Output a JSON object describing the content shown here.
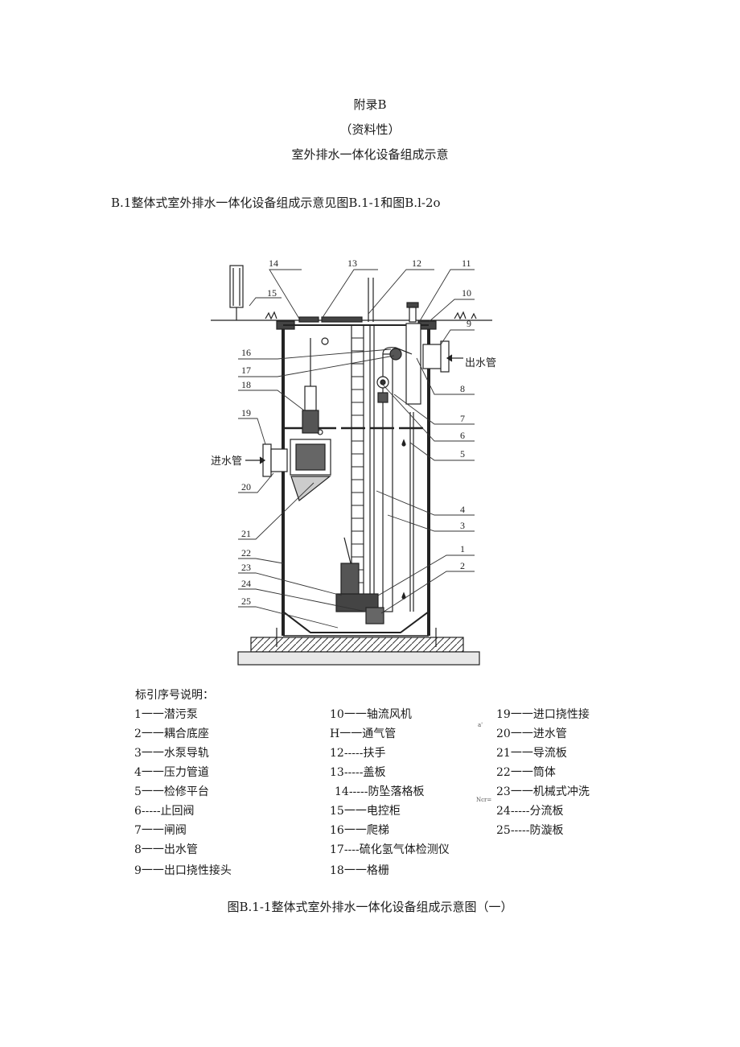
{
  "header": {
    "appendix": "附录B",
    "nature": "（资料性）",
    "title": "室外排水一体化设备组成示意"
  },
  "lead": "B.1整体式室外排水一体化设备组成示意见图B.1-1和图B.l-2o",
  "diagram": {
    "labels": {
      "outlet": "出水管",
      "inlet": "进水管"
    },
    "callouts": [
      "1",
      "2",
      "3",
      "4",
      "5",
      "6",
      "7",
      "8",
      "9",
      "10",
      "11",
      "12",
      "13",
      "14",
      "15",
      "16",
      "17",
      "18",
      "19",
      "20",
      "21",
      "22",
      "23",
      "24",
      "25"
    ]
  },
  "legend": {
    "title": "标引序号说明：",
    "col1": [
      "1一一潜污泵",
      "2一一耦合底座",
      "3一一水泵导轨",
      "4一一压力管道",
      "5一一检修平台",
      "6-----止回阀",
      "7一一闸阀",
      "8一一出水管",
      "9一一出口挠性接头"
    ],
    "col2": [
      "10一一轴流风机",
      "H一一通气管",
      "12-----扶手",
      "13-----盖板",
      "14-----防坠落格板",
      "15一一电控柜",
      "16一一爬梯",
      "17----硫化氢气体检测仪",
      "18一一格栅"
    ],
    "col3": [
      "19一一进口挠性接",
      "20一一进水管",
      "21一一导流板",
      "22一一筒体",
      "23一一机械式冲洗",
      "24-----分流板",
      "25-----防漩板"
    ],
    "marks": [
      "a'",
      "Ncr="
    ]
  },
  "caption": "图B.1-1整体式室外排水一体化设备组成示意图（一）"
}
